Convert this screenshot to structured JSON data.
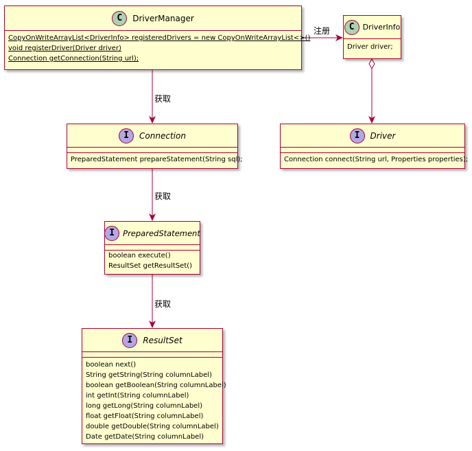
{
  "diagram": {
    "classes": {
      "driver_manager": {
        "kind_letter": "C",
        "name": "DriverManager",
        "fields": [],
        "methods": [
          "CopyOnWriteArrayList<DriverInfo> registeredDrivers = new CopyOnWriteArrayList<>()",
          "void registerDriver(Driver driver)",
          "Connection getConnection(String url);"
        ]
      },
      "driver_info": {
        "kind_letter": "C",
        "name": "DriverInfo",
        "fields": [
          "Driver driver;"
        ],
        "methods": []
      },
      "connection": {
        "kind_letter": "I",
        "name": "Connection",
        "fields": [],
        "methods": [
          "PreparedStatement prepareStatement(String sql);"
        ]
      },
      "driver": {
        "kind_letter": "I",
        "name": "Driver",
        "fields": [],
        "methods": [
          "Connection connect(String url, Properties properties);"
        ]
      },
      "prepared_statement": {
        "kind_letter": "I",
        "name": "PreparedStatement",
        "fields": [],
        "methods": [
          "boolean execute()",
          "ResultSet getResultSet()"
        ]
      },
      "result_set": {
        "kind_letter": "I",
        "name": "ResultSet",
        "fields": [],
        "methods": [
          "boolean next()",
          "String getString(String columnLabel)",
          "boolean getBoolean(String columnLabel)",
          "int getInt(String columnLabel)",
          "long getLong(String columnLabel)",
          "float getFloat(String columnLabel)",
          "double getDouble(String columnLabel)",
          "Date getDate(String columnLabel)"
        ]
      }
    },
    "relations": [
      {
        "from": "DriverManager",
        "to": "DriverInfo",
        "type": "association",
        "label": "注册"
      },
      {
        "from": "DriverInfo",
        "to": "Driver",
        "type": "aggregation",
        "label": ""
      },
      {
        "from": "DriverManager",
        "to": "Connection",
        "type": "association",
        "label": "获取"
      },
      {
        "from": "Connection",
        "to": "PreparedStatement",
        "type": "association",
        "label": "获取"
      },
      {
        "from": "PreparedStatement",
        "to": "ResultSet",
        "type": "association",
        "label": "获取"
      }
    ],
    "colors": {
      "box_fill": "#fefece",
      "box_border": "#a80036",
      "class_badge": "#add1b2",
      "interface_badge": "#b4a7e5"
    }
  }
}
